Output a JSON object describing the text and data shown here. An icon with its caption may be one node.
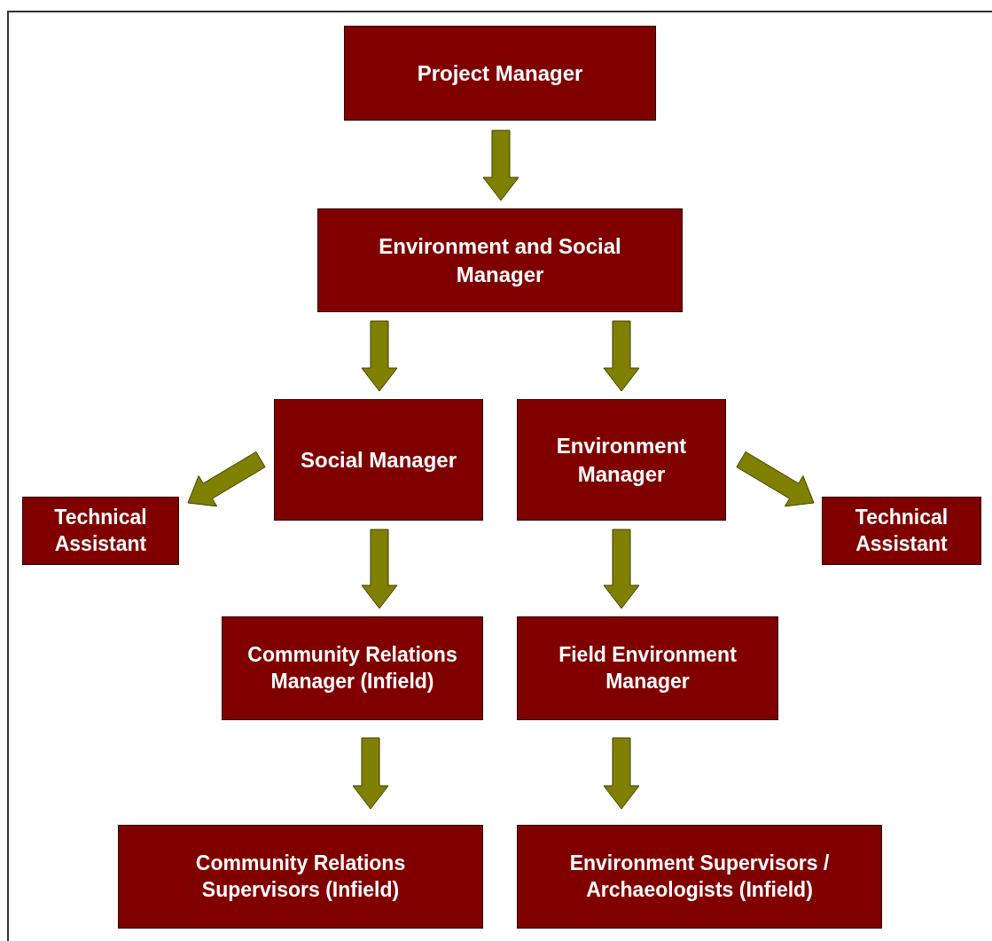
{
  "diagram": {
    "nodes": [
      {
        "text": [
          "Project Manager"
        ]
      },
      {
        "text": [
          "Environment and Social Manager"
        ]
      },
      {
        "text": [
          "Social Manager"
        ]
      },
      {
        "text": [
          "Environment Manager"
        ]
      },
      {
        "text": [
          "Technical Assistant"
        ]
      },
      {
        "text": [
          "Technical Assistant"
        ]
      },
      {
        "text": [
          "Community Relations Manager (Infield)"
        ]
      },
      {
        "text": [
          "Field Environment Manager"
        ]
      },
      {
        "text": [
          "Community Relations Supervisors (Infield)"
        ]
      },
      {
        "text": [
          "Environment Supervisors / Archaeologists (Infield)"
        ]
      }
    ],
    "edges": [
      {
        "from": 0,
        "to": 1,
        "arrow": "to"
      },
      {
        "from": 1,
        "to": 2,
        "arrow": "to"
      },
      {
        "from": 1,
        "to": 3,
        "arrow": "to"
      },
      {
        "from": 2,
        "to": 4,
        "arrow": "to"
      },
      {
        "from": 3,
        "to": 5,
        "arrow": "to"
      },
      {
        "from": 2,
        "to": 6,
        "arrow": "to"
      },
      {
        "from": 3,
        "to": 7,
        "arrow": "to"
      },
      {
        "from": 6,
        "to": 8,
        "arrow": "to"
      },
      {
        "from": 7,
        "to": 9,
        "arrow": "to"
      }
    ]
  }
}
